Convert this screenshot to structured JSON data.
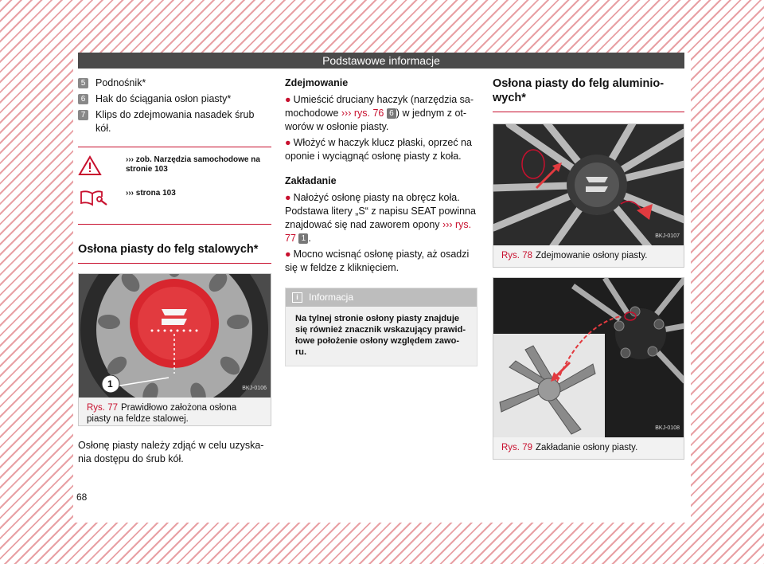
{
  "header": {
    "title": "Podstawowe informacje"
  },
  "page_number": "68",
  "list": [
    {
      "num": "5",
      "text": "Podnośnik*"
    },
    {
      "num": "6",
      "text": "Hak do ściągania osłon piasty*"
    },
    {
      "num": "7",
      "text": "Klips do zdejmowania nasadek śrub kół."
    }
  ],
  "warning": {
    "line1": "›››  zob. Narzędzia samochodowe na stronie 103",
    "line2": "››› strona 103"
  },
  "section1": {
    "title": "Osłona piasty do felg stalowych*",
    "figure": {
      "code": "BKJ-0106",
      "callout": "1",
      "label": "Rys. 77",
      "caption": "Prawidłowo założona osłona piasty na feldze stalowej."
    },
    "body": "Osłonę piasty należy zdjąć w celu uzyska­nia dostępu do śrub kół."
  },
  "removal": {
    "title": "Zdejmowanie",
    "b1_pre": "Umieścić druciany haczyk (narzędzia sa­mochodowe ",
    "b1_ref": "››› rys. 76",
    "b1_num": "6",
    "b1_post": ") w jednym z ot­worów w osłonie piasty.",
    "b2": "Włożyć w haczyk klucz płaski, oprzeć na oponie i wyciągnąć osłonę piasty z koła."
  },
  "install": {
    "title": "Zakładanie",
    "b1_pre": "Nałożyć osłonę piasty na obręcz koła. Podstawa litery „S“ z napisu SEAT powinna znajdować się nad zaworem opony ",
    "b1_ref": "››› rys. 77",
    "b1_num": "1",
    "b1_post": ".",
    "b2": "Mocno wcisnąć osłonę piasty, aż osadzi się w feldze z kliknięciem."
  },
  "info": {
    "title": "Informacja",
    "body": "Na tylnej stronie osłony piasty znajduje się również znacznik wskazujący prawid­łowe położenie osłony względem zawo­ru."
  },
  "section2": {
    "title": "Osłona piasty do felg aluminio­wych*",
    "fig78": {
      "code": "BKJ-0107",
      "label": "Rys. 78",
      "caption": "Zdejmowanie osłony piasty."
    },
    "fig79": {
      "code": "BKJ-0108",
      "label": "Rys. 79",
      "caption": "Zakładanie osłony piasty."
    }
  },
  "colors": {
    "accent": "#c8102e",
    "header_bg": "#4a4a4a"
  }
}
